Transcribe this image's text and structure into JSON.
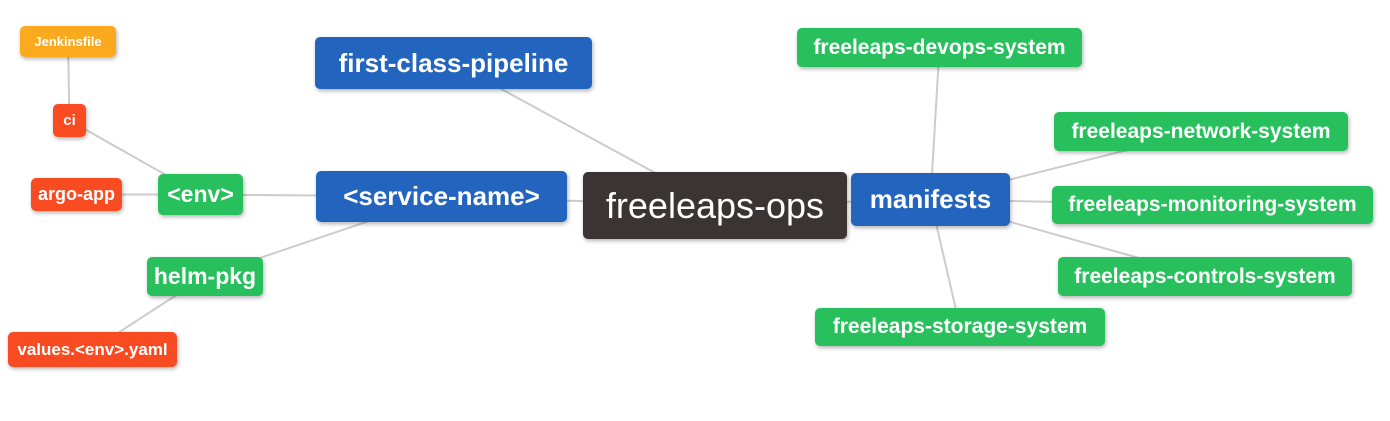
{
  "diagram": {
    "title": "freeleaps-ops mindmap",
    "colors": {
      "blue": "#2264be",
      "green": "#27c05d",
      "orange": "#fbaa1e",
      "red": "#f84b22",
      "dark": "#3a3534",
      "line": "#cccccc",
      "text": "#ffffff",
      "background": "#ffffff"
    },
    "nodes": {
      "jenkinsfile": {
        "label": "Jenkinsfile",
        "color": "orange"
      },
      "ci": {
        "label": "ci",
        "color": "red"
      },
      "argo-app": {
        "label": "argo-app",
        "color": "red"
      },
      "env": {
        "label": "<env>",
        "color": "green"
      },
      "helm-pkg": {
        "label": "helm-pkg",
        "color": "green"
      },
      "values": {
        "label": "values.<env>.yaml",
        "color": "red"
      },
      "fcp": {
        "label": "first-class-pipeline",
        "color": "blue"
      },
      "service": {
        "label": "<service-name>",
        "color": "blue"
      },
      "ops": {
        "label": "freeleaps-ops",
        "color": "dark"
      },
      "manifests": {
        "label": "manifests",
        "color": "blue"
      },
      "devops": {
        "label": "freeleaps-devops-system",
        "color": "green"
      },
      "network": {
        "label": "freeleaps-network-system",
        "color": "green"
      },
      "monitoring": {
        "label": "freeleaps-monitoring-system",
        "color": "green"
      },
      "controls": {
        "label": "freeleaps-controls-system",
        "color": "green"
      },
      "storage": {
        "label": "freeleaps-storage-system",
        "color": "green"
      }
    },
    "edges": [
      {
        "from": "jenkinsfile",
        "to": "ci"
      },
      {
        "from": "ci",
        "to": "env"
      },
      {
        "from": "argo-app",
        "to": "env"
      },
      {
        "from": "env",
        "to": "service"
      },
      {
        "from": "helm-pkg",
        "to": "service"
      },
      {
        "from": "values",
        "to": "helm-pkg"
      },
      {
        "from": "fcp",
        "to": "ops"
      },
      {
        "from": "service",
        "to": "ops"
      },
      {
        "from": "ops",
        "to": "manifests"
      },
      {
        "from": "manifests",
        "to": "devops"
      },
      {
        "from": "manifests",
        "to": "network"
      },
      {
        "from": "manifests",
        "to": "monitoring"
      },
      {
        "from": "manifests",
        "to": "controls"
      },
      {
        "from": "manifests",
        "to": "storage"
      }
    ]
  }
}
